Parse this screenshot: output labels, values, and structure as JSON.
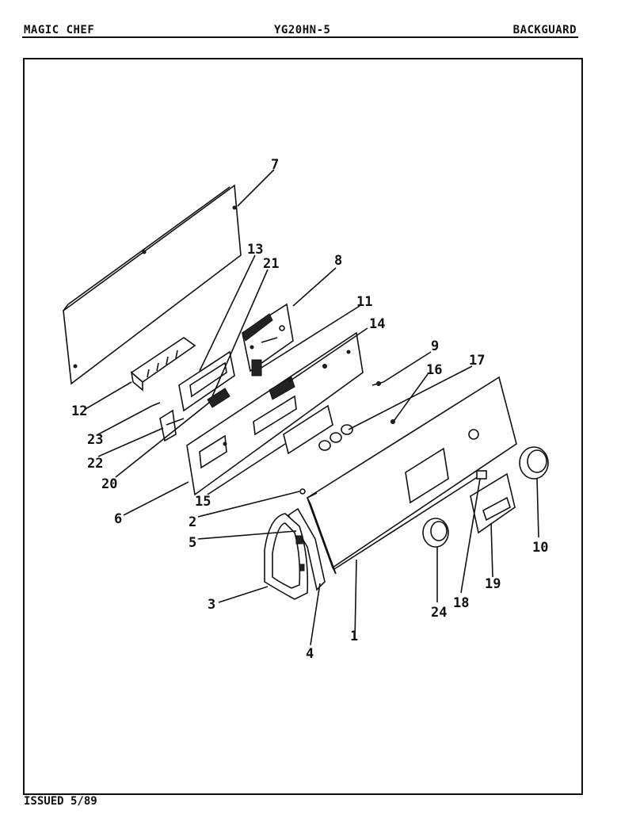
{
  "header": {
    "left": "MAGIC CHEF",
    "center": "YG20HN-5",
    "right": "BACKGUARD"
  },
  "footer": "ISSUED 5/89",
  "callouts": [
    {
      "id": "c1",
      "label": "1"
    },
    {
      "id": "c2",
      "label": "2"
    },
    {
      "id": "c3",
      "label": "3"
    },
    {
      "id": "c4",
      "label": "4"
    },
    {
      "id": "c5",
      "label": "5"
    },
    {
      "id": "c6",
      "label": "6"
    },
    {
      "id": "c7",
      "label": "7"
    },
    {
      "id": "c8",
      "label": "8"
    },
    {
      "id": "c9",
      "label": "9"
    },
    {
      "id": "c10",
      "label": "10"
    },
    {
      "id": "c11",
      "label": "11"
    },
    {
      "id": "c12",
      "label": "12"
    },
    {
      "id": "c13",
      "label": "13"
    },
    {
      "id": "c14",
      "label": "14"
    },
    {
      "id": "c15",
      "label": "15"
    },
    {
      "id": "c16",
      "label": "16"
    },
    {
      "id": "c17",
      "label": "17"
    },
    {
      "id": "c18",
      "label": "18"
    },
    {
      "id": "c19",
      "label": "19"
    },
    {
      "id": "c20",
      "label": "20"
    },
    {
      "id": "c21",
      "label": "21"
    },
    {
      "id": "c22",
      "label": "22"
    },
    {
      "id": "c23",
      "label": "23"
    },
    {
      "id": "c24",
      "label": "24"
    }
  ]
}
